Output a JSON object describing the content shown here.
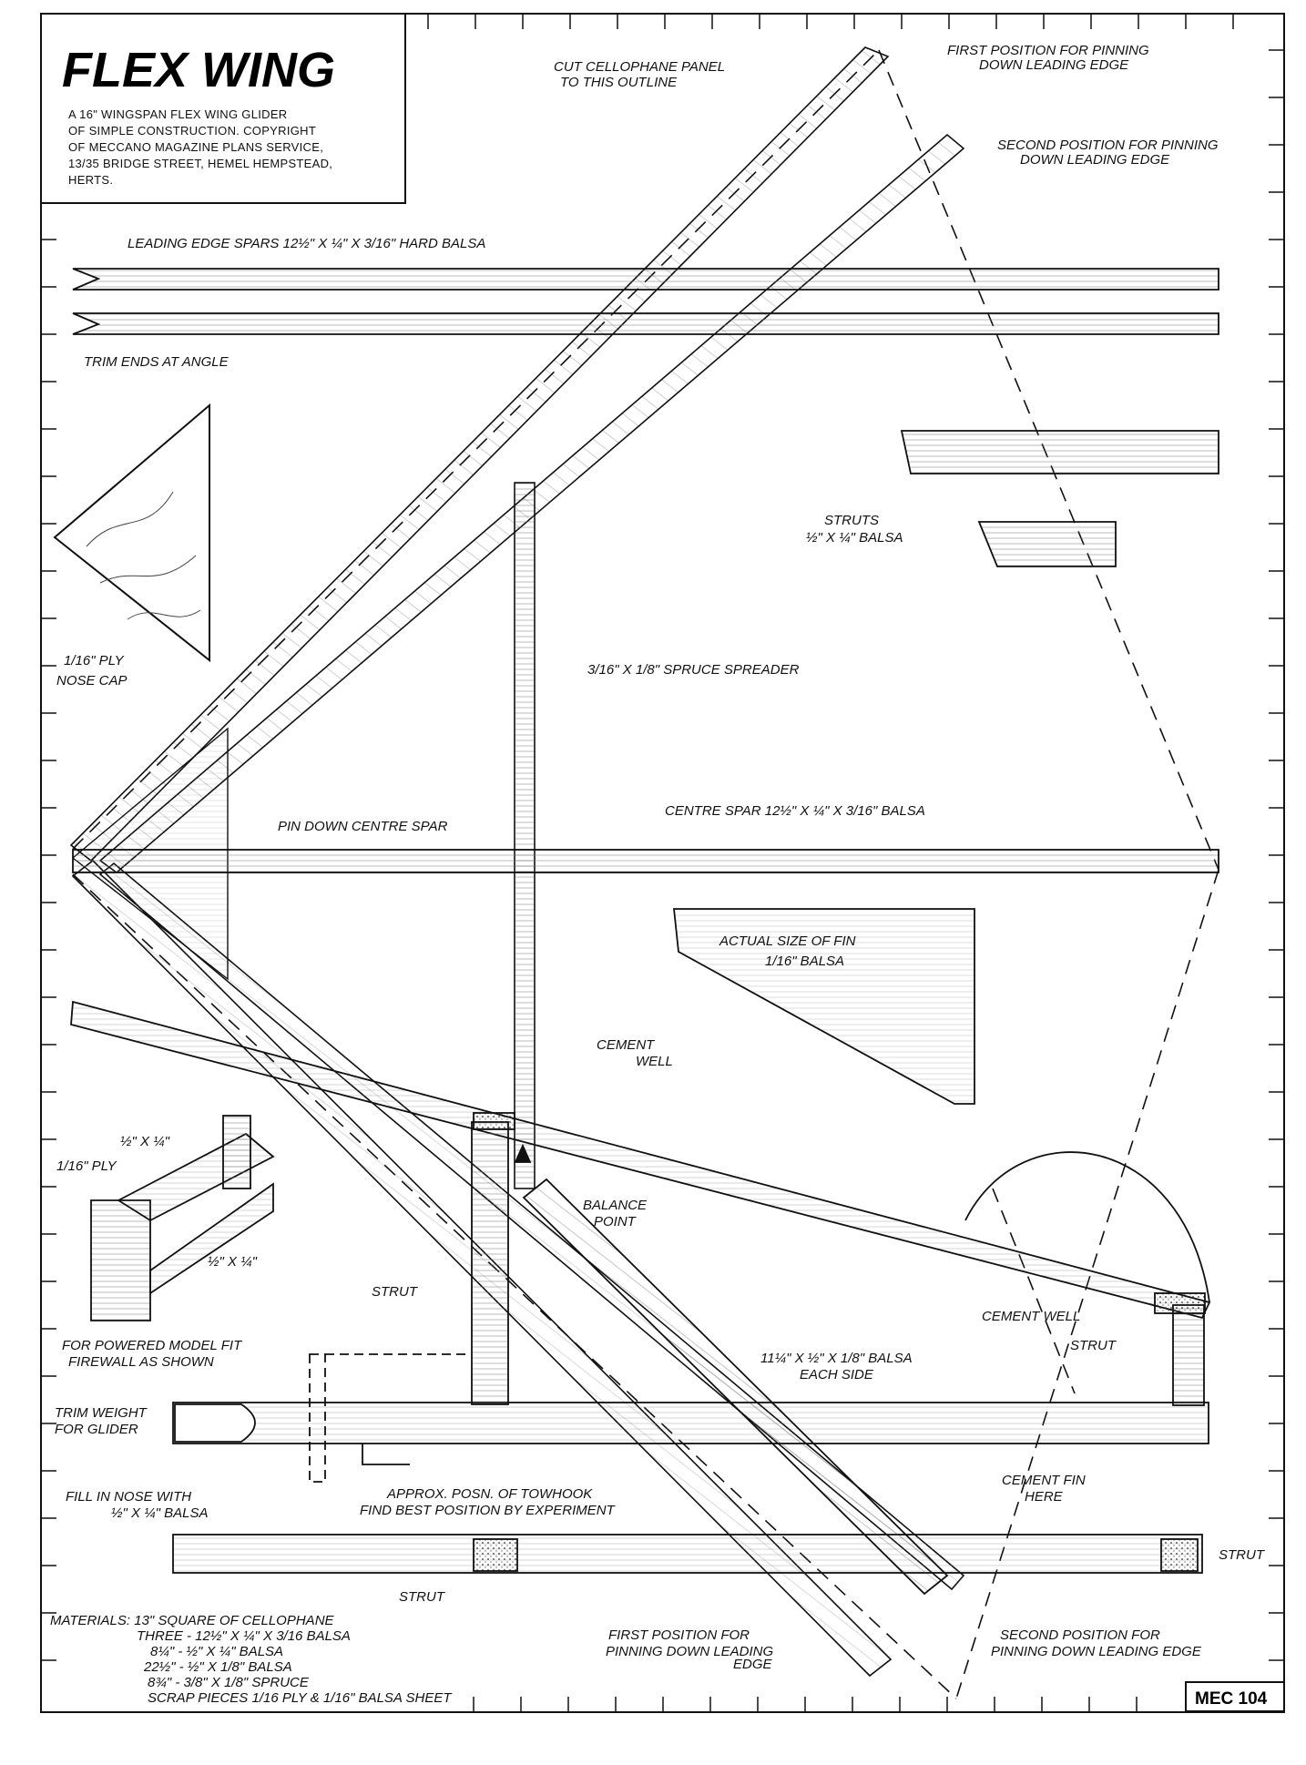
{
  "header": {
    "title": "FLEX WING",
    "description": [
      "A 16\" WINGSPAN FLEX WING GLIDER",
      "OF SIMPLE CONSTRUCTION. COPYRIGHT",
      "OF MECCANO MAGAZINE PLANS SERVICE,",
      "13/35 BRIDGE STREET, HEMEL HEMPSTEAD,",
      "HERTS."
    ]
  },
  "labels": {
    "cut_cellophane_1": "CUT CELLOPHANE PANEL",
    "cut_cellophane_2": "TO THIS OUTLINE",
    "first_pos_top_1": "FIRST POSITION FOR PINNING",
    "first_pos_top_2": "DOWN LEADING EDGE",
    "second_pos_top_1": "SECOND POSITION FOR PINNING",
    "second_pos_top_2": "DOWN LEADING EDGE",
    "leading_edge_spars": "LEADING EDGE SPARS  12½\" X ¼\" X 3/16\" HARD BALSA",
    "trim_ends": "TRIM ENDS AT ANGLE",
    "struts_1": "STRUTS",
    "struts_2": "½\" X ¼\" BALSA",
    "nose_cap_1": "1/16\" PLY",
    "nose_cap_2": "NOSE CAP",
    "spreader": "3/16\" X 1/8\" SPRUCE SPREADER",
    "pin_down_centre": "PIN DOWN CENTRE SPAR",
    "centre_spar": "CENTRE SPAR  12½\" X ¼\" X 3/16\" BALSA",
    "fin_1": "ACTUAL SIZE OF FIN",
    "fin_2": "1/16\" BALSA",
    "cement_well_1": "CEMENT",
    "cement_well_2": "WELL",
    "half_quarter_a": "½\" X ¼\"",
    "ply_label": "1/16\" PLY",
    "half_quarter_b": "½\" X ¼\"",
    "balance_1": "BALANCE",
    "balance_2": "POINT",
    "strut_left": "STRUT",
    "cement_well_right": "CEMENT WELL",
    "strut_right": "STRUT",
    "powered_1": "FOR POWERED MODEL FIT",
    "powered_2": "FIREWALL AS SHOWN",
    "balsa_each_1": "11¼\" X ½\" X 1/8\" BALSA",
    "balsa_each_2": "EACH SIDE",
    "trim_weight_1": "TRIM WEIGHT",
    "trim_weight_2": "FOR GLIDER",
    "towhook_1": "APPROX. POSN. OF TOWHOOK",
    "towhook_2": "FIND BEST POSITION BY EXPERIMENT",
    "cement_fin_1": "CEMENT FIN",
    "cement_fin_2": "HERE",
    "fill_nose_1": "FILL IN NOSE WITH",
    "fill_nose_2": "½\" X ¼\" BALSA",
    "strut_bottom": "STRUT",
    "strut_bottom_right": "STRUT",
    "first_pos_bottom_1": "FIRST POSITION FOR",
    "first_pos_bottom_2": "PINNING DOWN LEADING",
    "first_pos_bottom_3": "EDGE",
    "second_pos_bottom_1": "SECOND POSITION FOR",
    "second_pos_bottom_2": "PINNING DOWN LEADING EDGE"
  },
  "materials": [
    "MATERIALS:  13\" SQUARE OF CELLOPHANE",
    "THREE - 12½\" X ¼\" X 3/16 BALSA",
    "8¼\" - ½\" X ¼\" BALSA",
    "22½\" - ½\" X 1/8\" BALSA",
    "8¾\" - 3/8\" X 1/8\" SPRUCE",
    "SCRAP PIECES 1/16 PLY & 1/16\" BALSA SHEET"
  ],
  "plan_code": "MEC 104"
}
